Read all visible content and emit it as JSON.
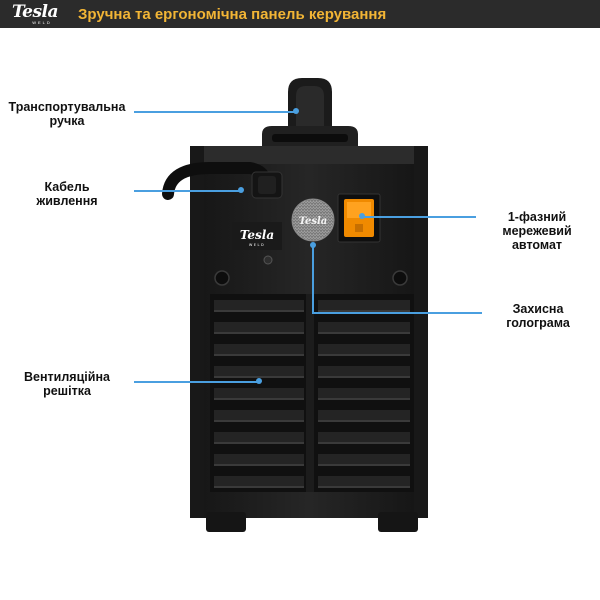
{
  "header": {
    "brand_main": "Tesla",
    "brand_sub": "WELD",
    "title": "Зручна та ергономічна панель керування"
  },
  "device": {
    "panel_logo_main": "Tesla",
    "panel_logo_sub": "WELD",
    "hologram_text": "Tesla"
  },
  "callouts": {
    "handle": [
      "Транспортувальна",
      "ручка"
    ],
    "cable": [
      "Кабель",
      "живлення"
    ],
    "breaker": [
      "1-фазний",
      "мережевий",
      "автомат"
    ],
    "hologram": [
      "Захисна",
      "голограма"
    ],
    "vent": [
      "Вентиляційна",
      "решітка"
    ]
  },
  "colors": {
    "header_bg": "#2b2b2b",
    "header_title": "#f2b535",
    "callout_line": "#4a9fe0",
    "switch": "#f08a00"
  }
}
